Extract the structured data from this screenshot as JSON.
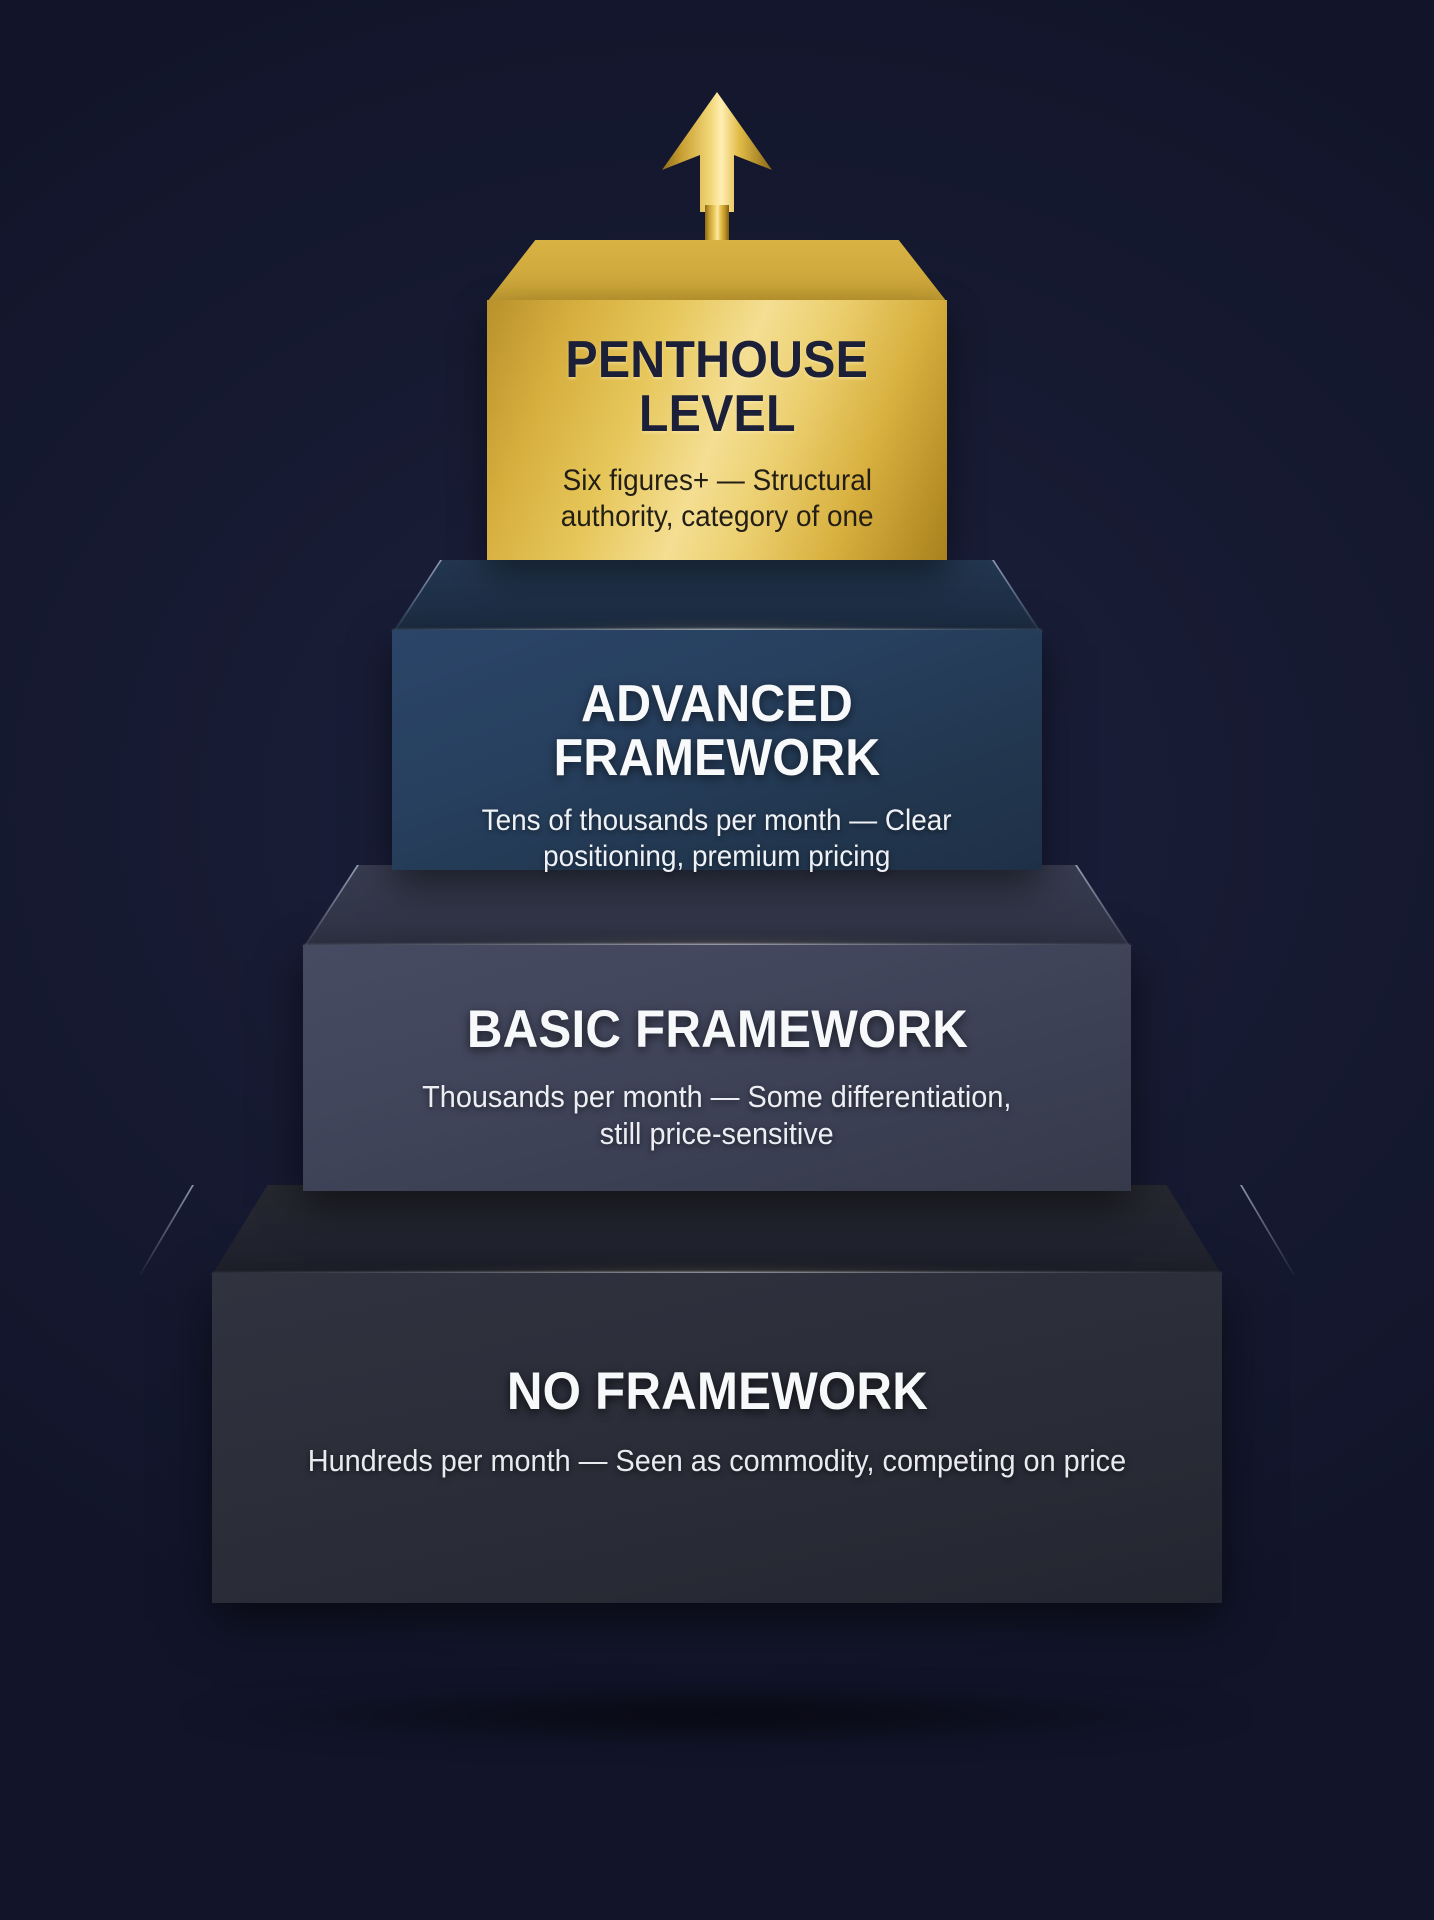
{
  "colors": {
    "background": "#171b30",
    "gold": "#e0b73c",
    "gold_light": "#f4de92",
    "blue_tier": "#27405f",
    "slate_tier": "#42465c",
    "dark_tier": "#2c2e3a",
    "title_text": "#f5f6f8",
    "penthouse_text": "#1b2038"
  },
  "arrow": {
    "name": "upward-growth-arrow",
    "direction": "up"
  },
  "tiers": [
    {
      "id": "penthouse",
      "title": "PENTHOUSE\nLEVEL",
      "title_line1": "PENTHOUSE",
      "title_line2": "LEVEL",
      "subtitle_line1": "Six figures+ — Structural",
      "subtitle_line2": "authority, category of one",
      "subtitle": "Six figures+ — Structural authority, category of one",
      "level": 4
    },
    {
      "id": "advanced",
      "title": "ADVANCED FRAMEWORK",
      "subtitle_line1": "Tens of thousands per month — Clear",
      "subtitle_line2": "positioning, premium pricing",
      "subtitle": "Tens of thousands per month — Clear positioning, premium pricing",
      "level": 3
    },
    {
      "id": "basic",
      "title": "BASIC FRAMEWORK",
      "subtitle_line1": "Thousands per month — Some differentiation,",
      "subtitle_line2": "still price-sensitive",
      "subtitle": "Thousands per month — Some differentiation, still price-sensitive",
      "level": 2
    },
    {
      "id": "none",
      "title": "NO FRAMEWORK",
      "subtitle_line1": "Hundreds per month — Seen as commodity, competing on price",
      "subtitle_line2": "",
      "subtitle": "Hundreds per month — Seen as commodity, competing on price",
      "level": 1
    }
  ]
}
